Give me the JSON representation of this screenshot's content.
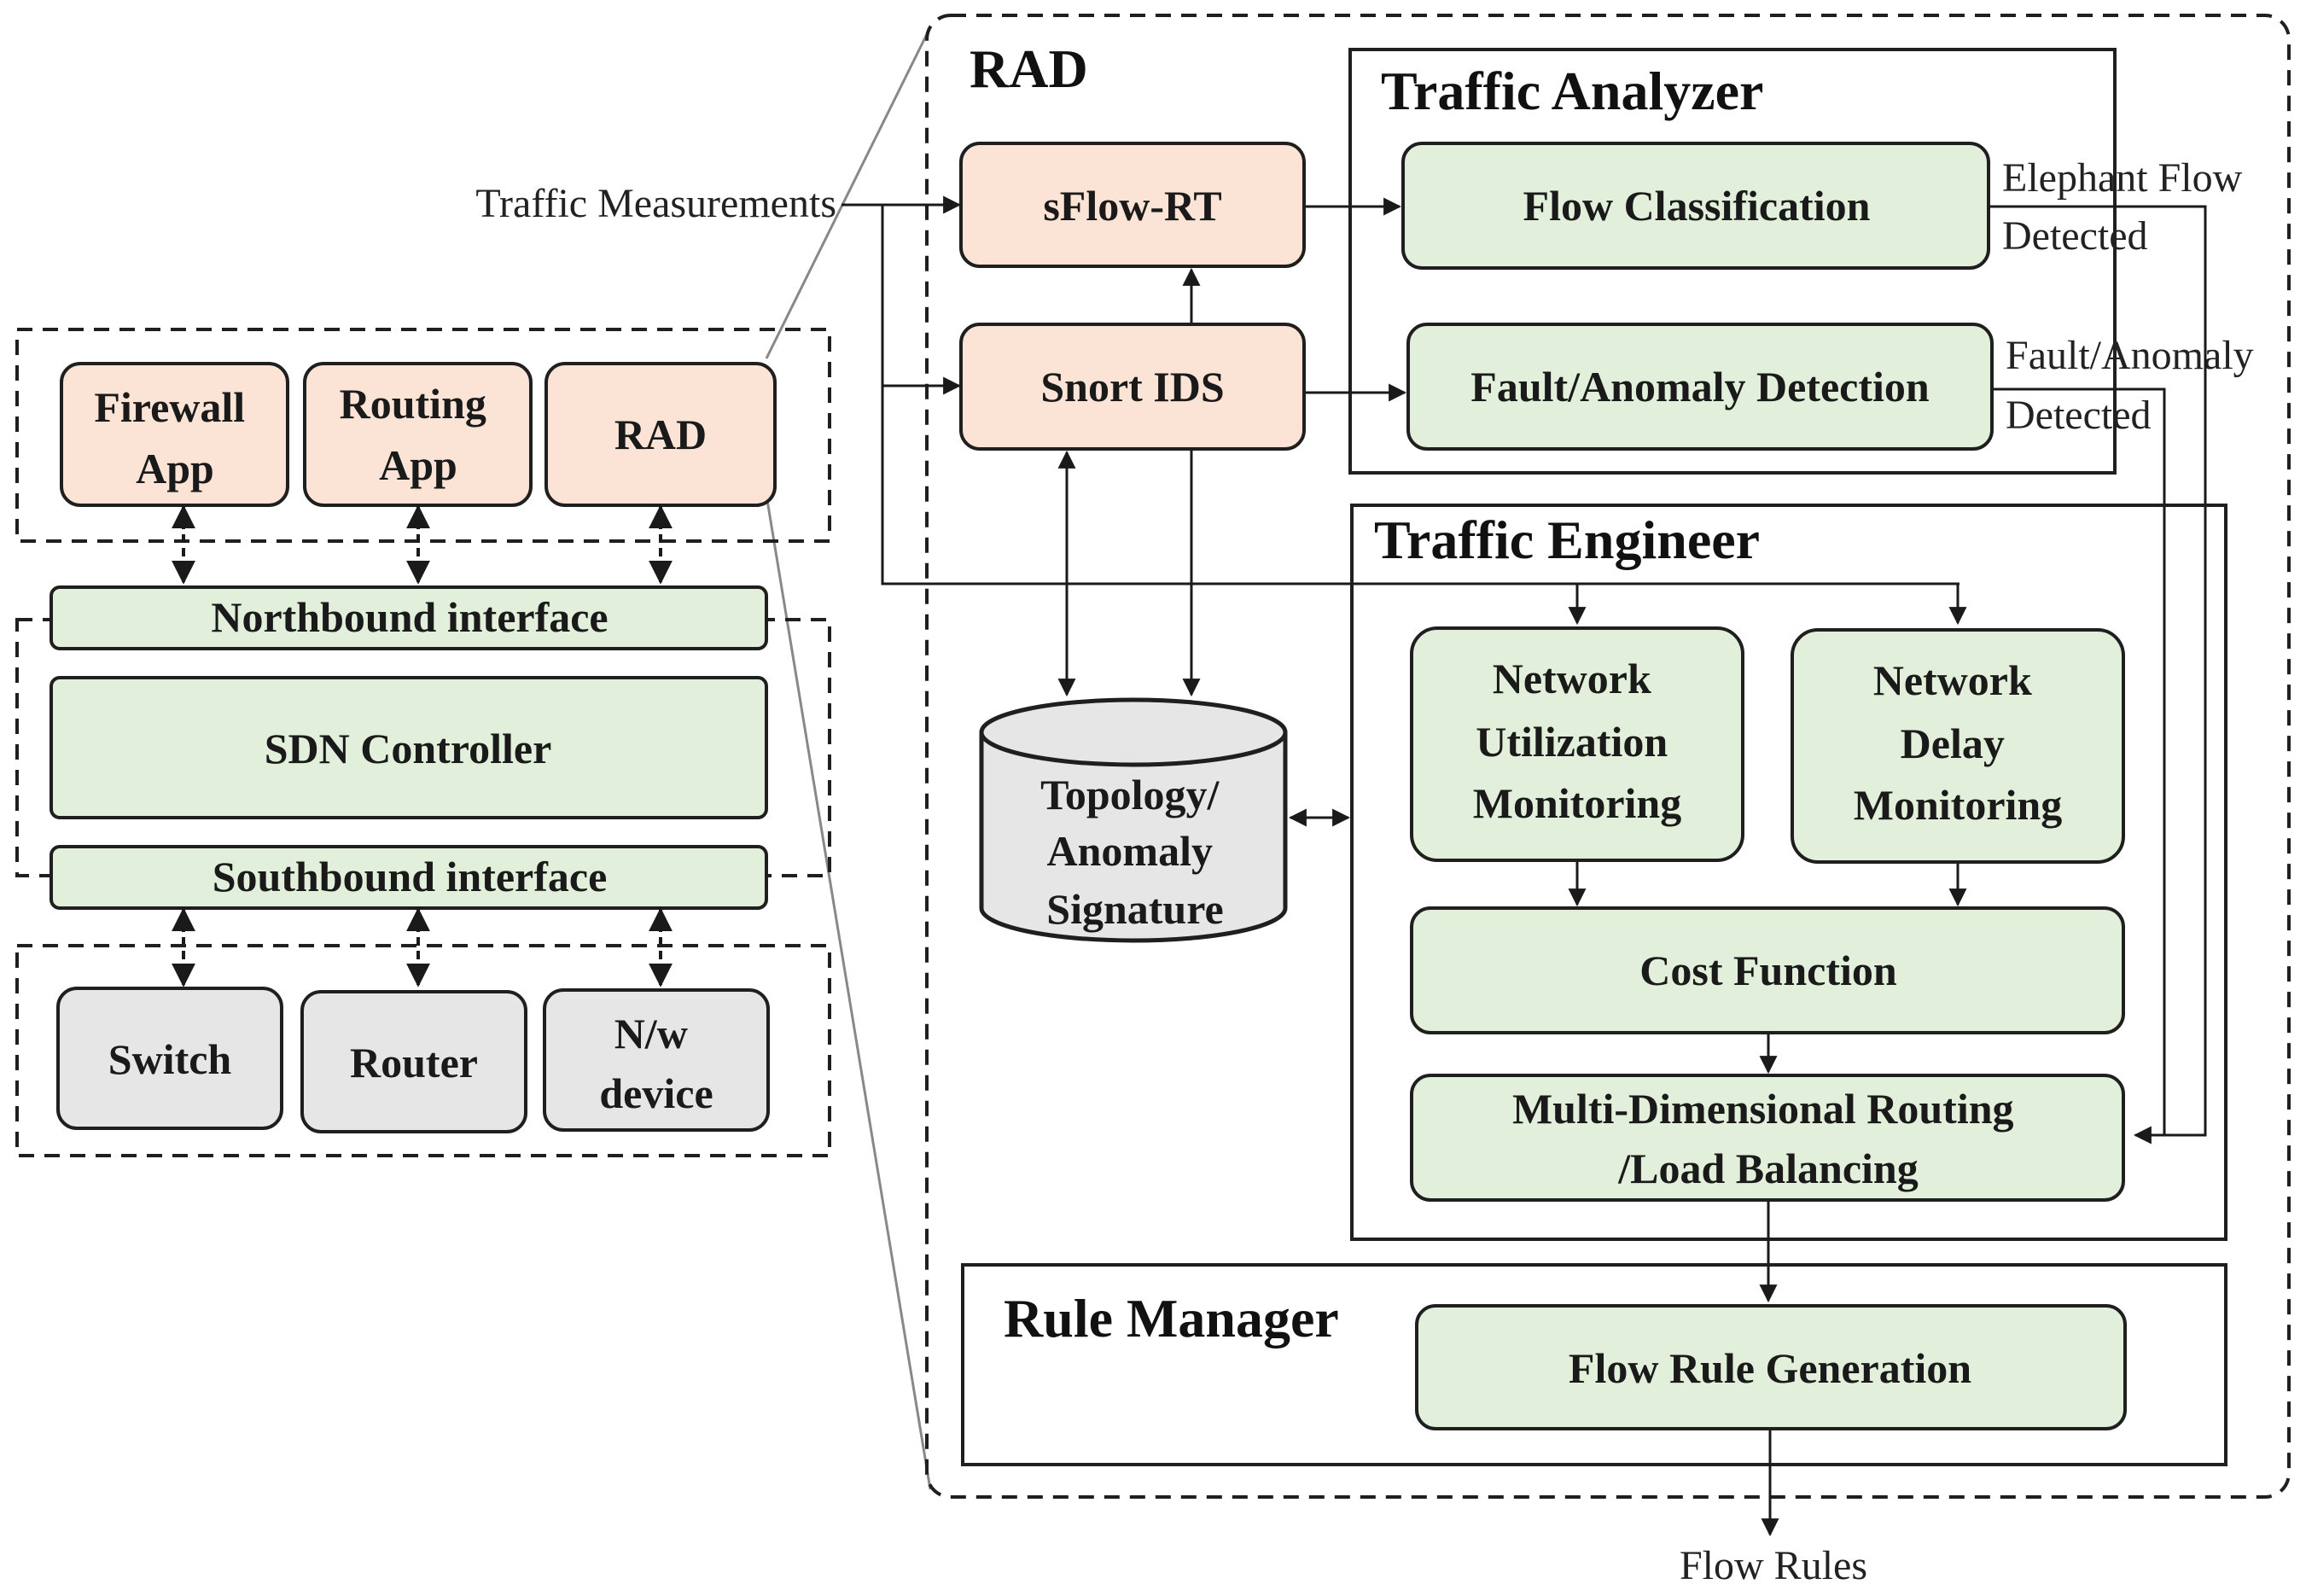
{
  "colors": {
    "peach": "#fbe3d6",
    "green": "#e2efda",
    "gray": "#e7e6e6",
    "stroke": "#1f1f1f"
  },
  "left": {
    "apps": {
      "firewall": [
        "Firewall",
        "App"
      ],
      "routing": [
        "Routing",
        "App"
      ],
      "rad": "RAD"
    },
    "northbound": "Northbound interface",
    "controller": "SDN Controller",
    "southbound": "Southbound interface",
    "devices": {
      "switch": "Switch",
      "router": "Router",
      "nw_device": [
        "N/w",
        "device"
      ]
    }
  },
  "rad": {
    "title": "RAD",
    "input_label": "Traffic Measurements",
    "sflow": "sFlow-RT",
    "snort": "Snort IDS",
    "database": [
      "Topology/",
      "Anomaly",
      "Signature"
    ],
    "traffic_analyzer": {
      "title": "Traffic Analyzer",
      "flow_classification": "Flow Classification",
      "fault_detection": "Fault/Anomaly Detection",
      "elephant_label": [
        "Elephant Flow",
        "Detected"
      ],
      "fault_label": [
        "Fault/Anomaly",
        "Detected"
      ]
    },
    "traffic_engineer": {
      "title": "Traffic Engineer",
      "utilization": [
        "Network",
        "Utilization",
        "Monitoring"
      ],
      "delay": [
        "Network",
        "Delay",
        "Monitoring"
      ],
      "cost": "Cost Function",
      "routing": [
        "Multi-Dimensional Routing",
        "/Load Balancing"
      ]
    },
    "rule_manager": {
      "title": "Rule Manager",
      "generation": "Flow Rule Generation"
    },
    "output_label": "Flow Rules"
  }
}
